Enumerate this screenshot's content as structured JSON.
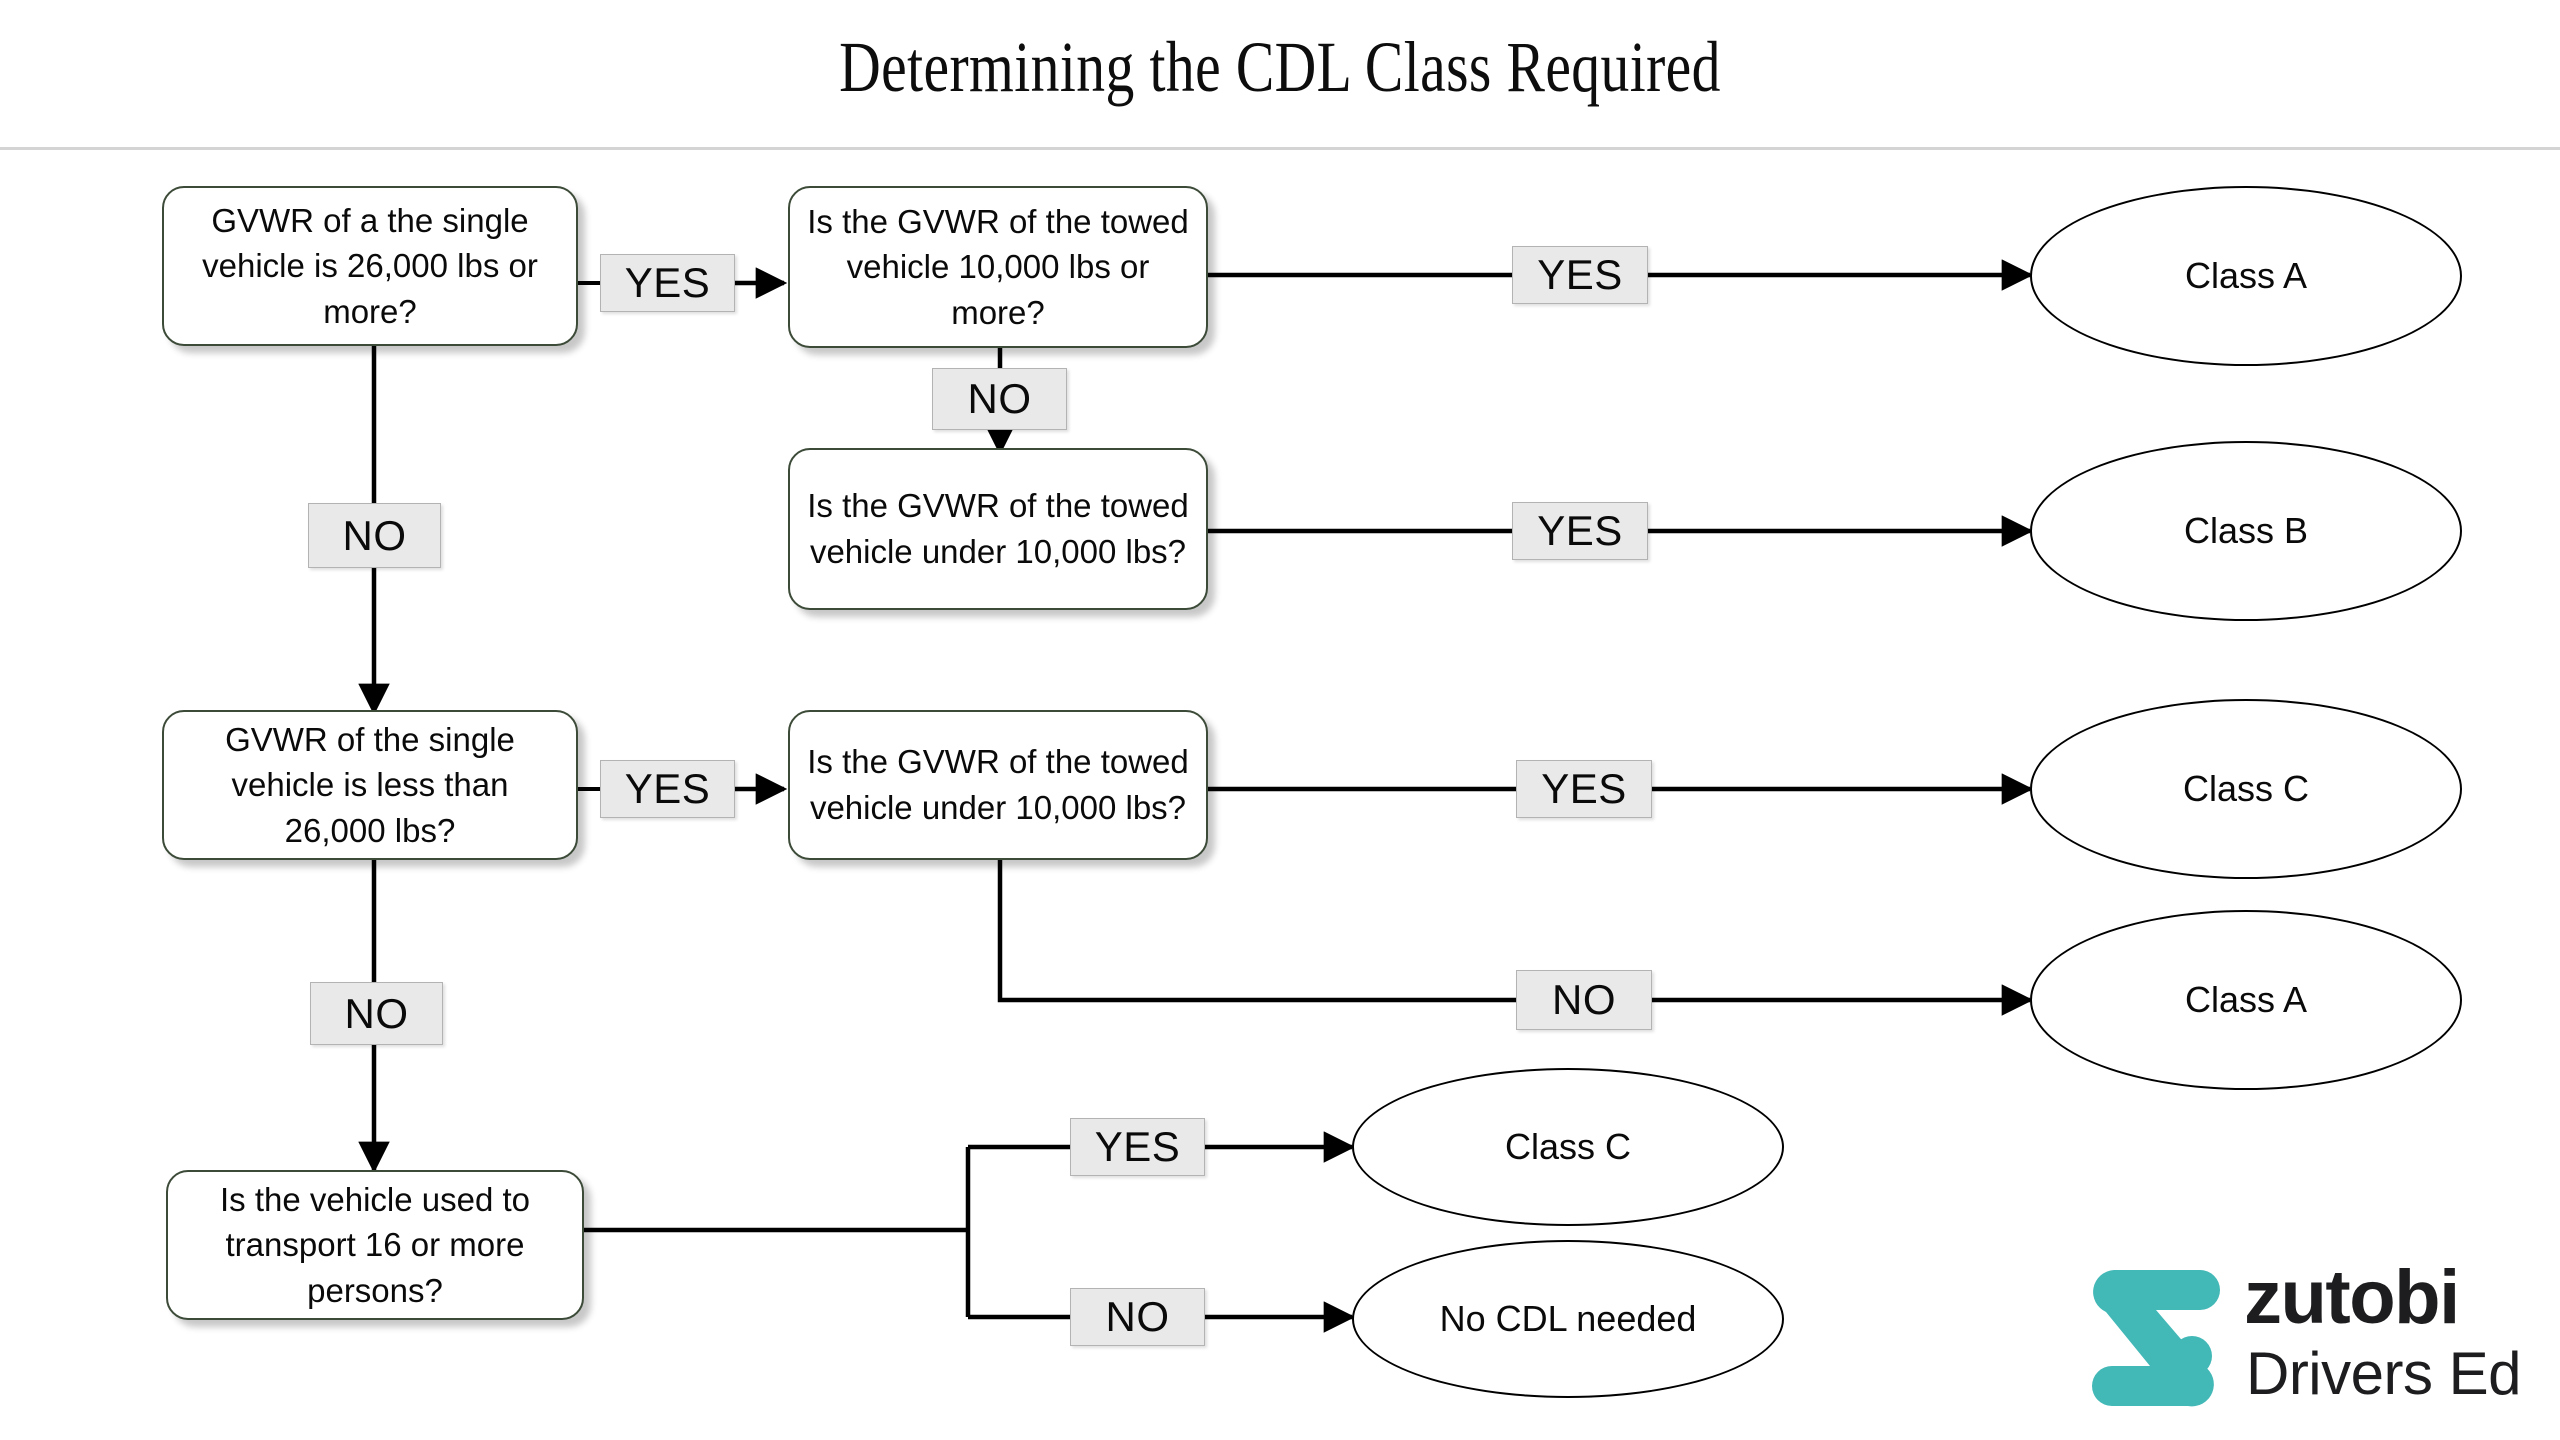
{
  "page": {
    "title": "Determining the CDL Class Required"
  },
  "flowchart": {
    "nodes": {
      "q1": "GVWR of a the single vehicle is 26,000 lbs or more?",
      "q2": "Is the GVWR of the towed vehicle 10,000 lbs or more?",
      "q3": "Is the GVWR of the towed vehicle under 10,000 lbs?",
      "q4": "GVWR of the single vehicle is less than 26,000 lbs?",
      "q5": "Is the GVWR of the towed vehicle under 10,000 lbs?",
      "q6": "Is the vehicle used to transport 16 or more persons?"
    },
    "outcomes": {
      "o1": "Class A",
      "o2": "Class B",
      "o3": "Class C",
      "o4": "Class A",
      "o5": "Class C",
      "o6": "No CDL needed"
    },
    "labels": {
      "q1_yes": "YES",
      "q1_no": "NO",
      "q2_yes": "YES",
      "q2_no": "NO",
      "q3_yes": "YES",
      "q4_yes": "YES",
      "q4_no": "NO",
      "q5_yes": "YES",
      "q5_no": "NO",
      "q6_yes": "YES",
      "q6_no": "NO"
    }
  },
  "logo": {
    "wordmark": "zutobi",
    "tagline": "Drivers Ed",
    "accent_color": "#42b8b7",
    "text_color": "#1d1d1f"
  },
  "colors": {
    "box_border": "#3c4a38",
    "ellipse_border": "#000000",
    "label_fill": "#e9e9e9",
    "label_border": "#b3b3b3",
    "connector": "#000000",
    "divider": "#d4d4d4",
    "background": "#ffffff"
  }
}
